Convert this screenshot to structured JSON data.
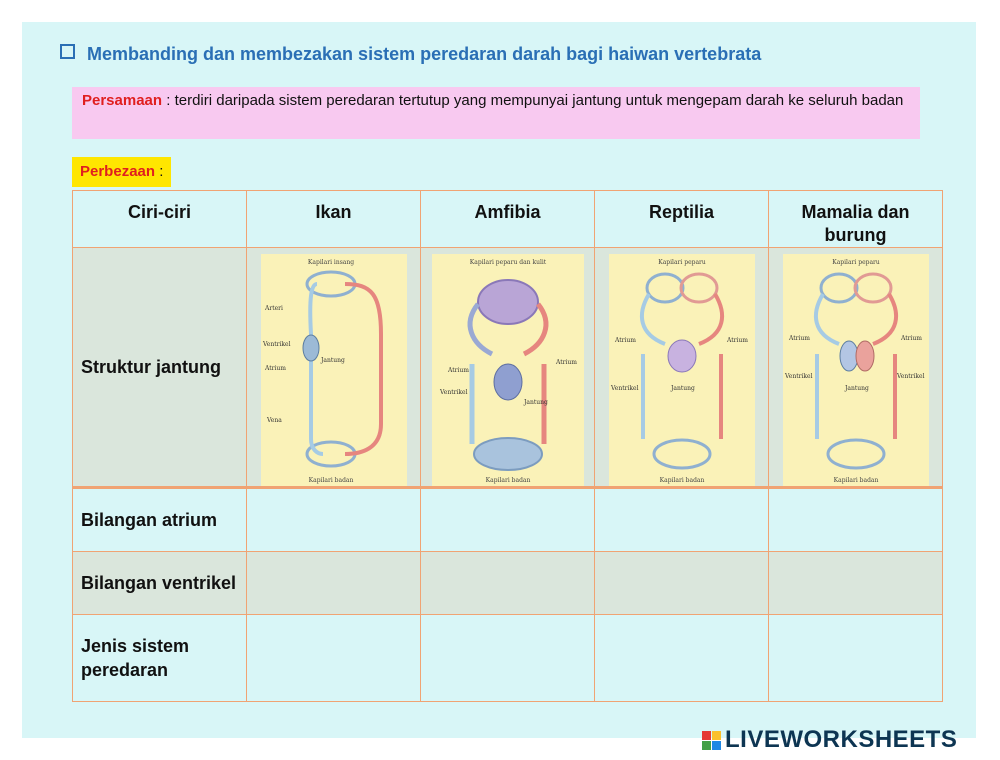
{
  "title": "Membanding dan membezakan sistem peredaran darah bagi haiwan vertebrata",
  "similarity": {
    "key": "Persamaan",
    "text": " : terdiri daripada sistem peredaran tertutup yang mempunyai jantung untuk mengepam darah ke seluruh badan"
  },
  "difference": {
    "key": "Perbezaan",
    "text": " :"
  },
  "table": {
    "headers": [
      "Ciri-ciri",
      "Ikan",
      "Amfibia",
      "Reptilia",
      "Mamalia dan burung"
    ],
    "rows": {
      "struktur": "Struktur jantung",
      "atrium": "Bilangan atrium",
      "ventrikel": "Bilangan ventrikel",
      "jenis": "Jenis sistem peredaran"
    },
    "diagrams": {
      "ikan": {
        "top": "Kapilari insang",
        "bottom": "Kapilari badan",
        "labels": [
          "Arteri",
          "Ventrikel",
          "Atrium",
          "Jantung",
          "Vena"
        ]
      },
      "amfibia": {
        "top": "Kapilari peparu dan kulit",
        "bottom": "Kapilari badan",
        "labels": [
          "Atrium",
          "Atrium",
          "Ventrikel",
          "Jantung"
        ]
      },
      "reptilia": {
        "top": "Kapilari peparu",
        "bottom": "Kapilari badan",
        "labels": [
          "Atrium",
          "Atrium",
          "Ventrikel",
          "Jantung"
        ]
      },
      "mamalia": {
        "top": "Kapilari peparu",
        "bottom": "Kapilari badan",
        "labels": [
          "Atrium",
          "Atrium",
          "Ventrikel",
          "Ventrikel",
          "Jantung"
        ]
      }
    }
  },
  "brand": {
    "name": "LIVEWORKSHEETS",
    "colors": {
      "sheet": "#d8f6f7",
      "title": "#2a6fb5",
      "pink": "#f8c9f0",
      "yellow": "#ffe600",
      "red": "#e01f1f",
      "border": "#f0a373"
    }
  }
}
